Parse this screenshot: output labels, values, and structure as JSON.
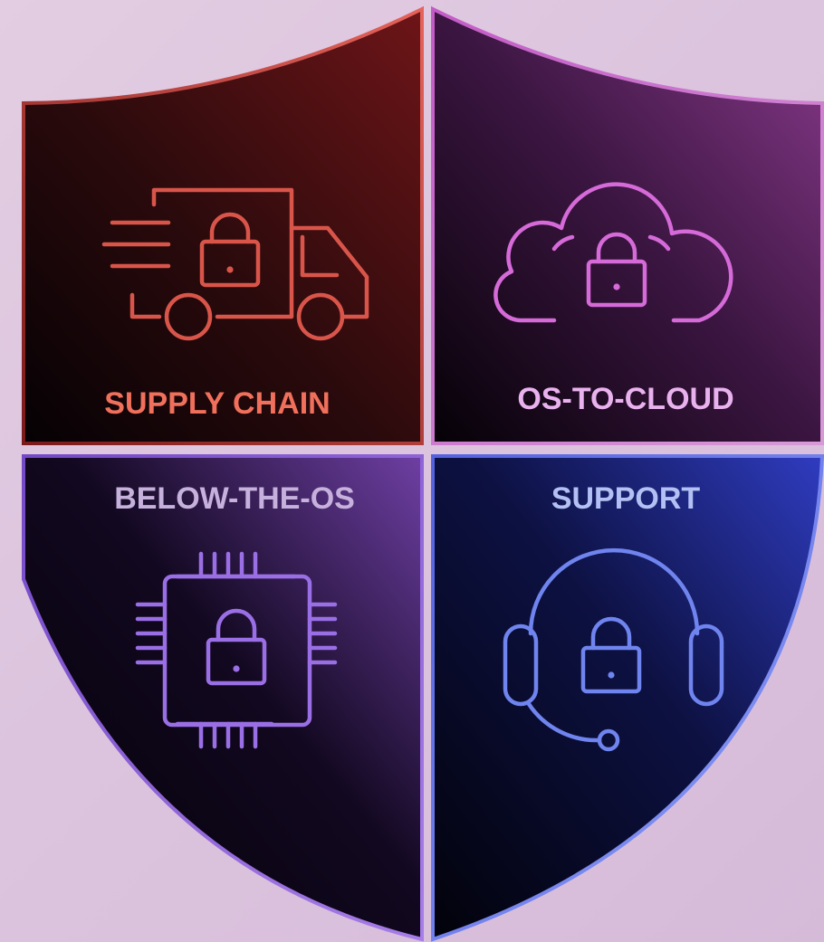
{
  "quadrants": {
    "supply_chain": {
      "label": "SUPPLY CHAIN",
      "icon": "truck-lock-icon",
      "label_color": "#f0705c",
      "icon_color": "#d9554a"
    },
    "os_to_cloud": {
      "label": "OS-TO-CLOUD",
      "icon": "cloud-lock-icon",
      "label_color": "#e9b2ee",
      "icon_color": "#d56ad8"
    },
    "below_the_os": {
      "label": "BELOW-THE-OS",
      "icon": "chip-lock-icon",
      "label_color": "#c6b1dd",
      "icon_color": "#9a6fe6"
    },
    "support": {
      "label": "SUPPORT",
      "icon": "headset-lock-icon",
      "label_color": "#b3c0f4",
      "icon_color": "#6f84ef"
    }
  }
}
